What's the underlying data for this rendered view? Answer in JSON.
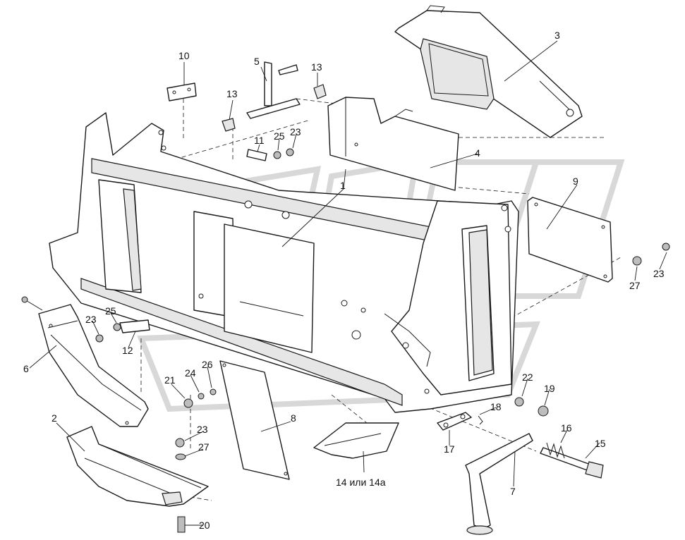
{
  "labels": {
    "l1": "1",
    "l2": "2",
    "l3": "3",
    "l4": "4",
    "l5": "5",
    "l6": "6",
    "l7": "7",
    "l8": "8",
    "l9": "9",
    "l10": "10",
    "l11": "11",
    "l12": "12",
    "l13a": "13",
    "l13b": "13",
    "l14": "14 или 14а",
    "l15": "15",
    "l16": "16",
    "l17": "17",
    "l18": "18",
    "l19": "19",
    "l20": "20",
    "l21": "21",
    "l22": "22",
    "l23a": "23",
    "l23b": "23",
    "l23c": "23",
    "l23d": "23",
    "l24": "24",
    "l25a": "25",
    "l25b": "25",
    "l26": "26",
    "l27a": "27",
    "l27b": "27"
  },
  "colors": {
    "line": "#1a1a1a",
    "fill": "#ffffff",
    "shade": "#e6e6e6",
    "watermark": "#d4d4d4"
  }
}
